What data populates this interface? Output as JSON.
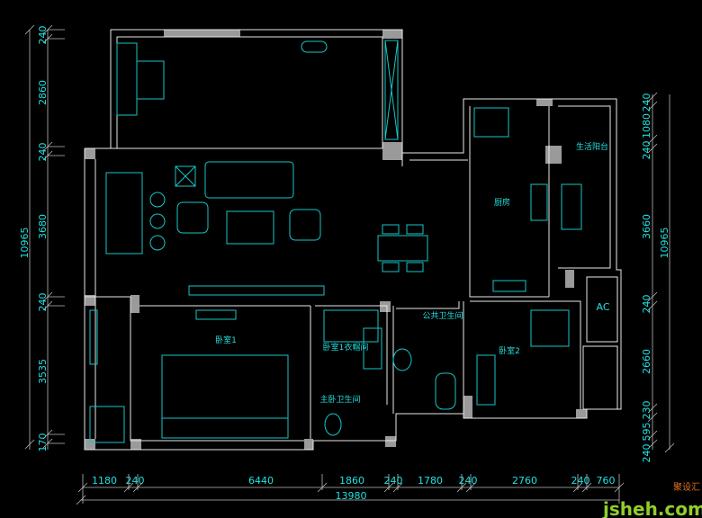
{
  "rooms": {
    "kitchen": "厨房",
    "utility_balcony": "生活阳台",
    "public_bathroom": "公共卫生间",
    "bedroom1": "卧室1",
    "bedroom1_closet": "卧室1衣帽间",
    "master_bathroom": "主卧卫生间",
    "bedroom2": "卧室2",
    "ac": "AC"
  },
  "dimensions": {
    "left": [
      "240",
      "2860",
      "240",
      "3680",
      "240",
      "3535",
      "170"
    ],
    "left_total": "10965",
    "right": [
      "240",
      "1080",
      "240",
      "3660",
      "240",
      "2660",
      "230",
      "595",
      "240"
    ],
    "right_total": "10965",
    "bottom": [
      "1180",
      "240",
      "6440",
      "1860",
      "240",
      "1780",
      "240",
      "2760",
      "240",
      "760"
    ],
    "bottom_total": "13980"
  },
  "watermark": {
    "text": "jsheh.com",
    "cn": "聚设汇"
  }
}
